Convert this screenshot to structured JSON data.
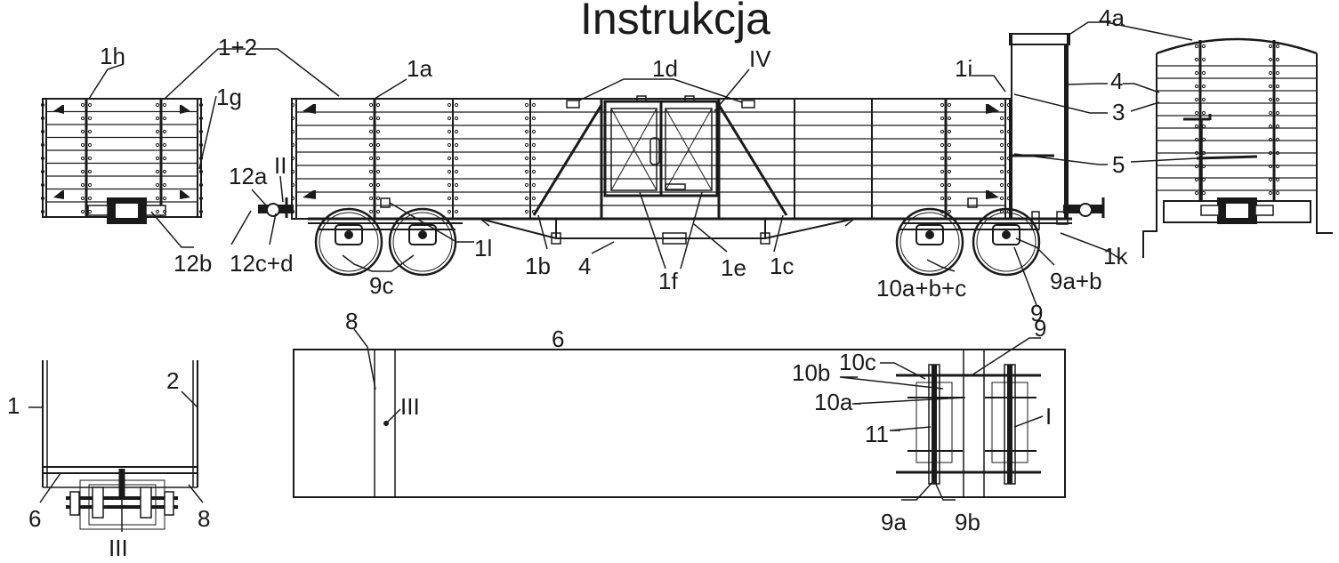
{
  "title": "Instrukcja",
  "colors": {
    "ink": "#1a1a1a",
    "paper": "#ffffff"
  },
  "labels": {
    "l_1h": "1h",
    "l_1p2": "1+2",
    "l_1a": "1a",
    "l_1d": "1d",
    "l_IV": "IV",
    "l_1i": "1i",
    "l_4a": "4a",
    "l_4": "4",
    "l_3": "3",
    "l_5": "5",
    "l_1g": "1g",
    "l_12a": "12a",
    "l_II": "II",
    "l_12b": "12b",
    "l_12cd": "12c+d",
    "l_9c": "9c",
    "l_1l": "1l",
    "l_1b": "1b",
    "l_4b": "4",
    "l_1f": "1f",
    "l_1e": "1e",
    "l_1c": "1c",
    "l_10abc": "10a+b+c",
    "l_9ab": "9a+b",
    "l_1k": "1k",
    "l_9": "9",
    "l_8": "8",
    "l_6": "6",
    "l_9top": "9",
    "l_10b": "10b",
    "l_10c": "10c",
    "l_10a": "10a",
    "l_11": "11",
    "l_I": "I",
    "l_III": "III",
    "l_9a": "9a",
    "l_9b": "9b",
    "l_1": "1",
    "l_2": "2",
    "l_6b": "6",
    "l_8b": "8",
    "l_IIIb": "III"
  }
}
